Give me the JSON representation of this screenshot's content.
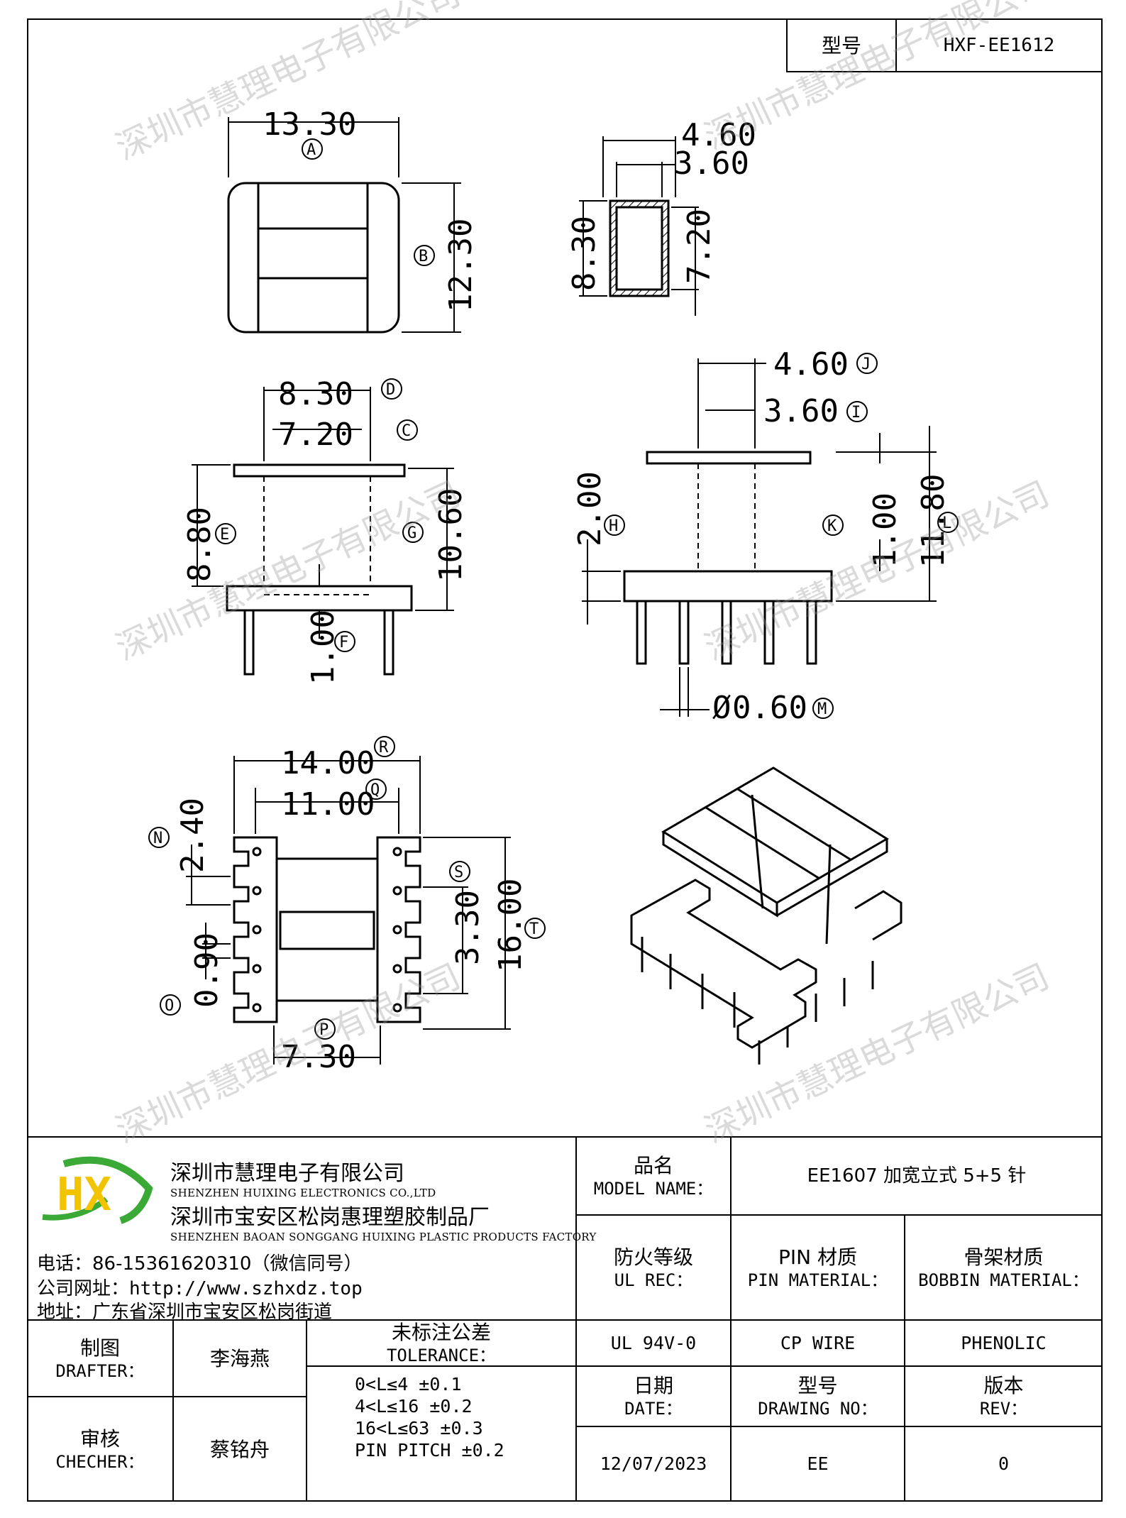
{
  "header": {
    "type_label": "型号",
    "type_value": "HXF-EE1612"
  },
  "dimensions": {
    "top_view": {
      "width": "13.30",
      "width_ref": "A",
      "height": "12.30",
      "height_ref": "B"
    },
    "side_top": {
      "outer": "4.60",
      "inner": "3.60",
      "left": "8.30",
      "right": "7.20"
    },
    "front": {
      "d": "8.30",
      "d_ref": "D",
      "c": "7.20",
      "c_ref": "C",
      "e": "8.80",
      "e_ref": "E",
      "g": "10.60",
      "g_ref": "G",
      "f": "1.00",
      "f_ref": "F"
    },
    "side": {
      "j": "4.60",
      "j_ref": "J",
      "i": "3.60",
      "i_ref": "I",
      "h": "2.00",
      "h_ref": "H",
      "k": "1.00",
      "k_ref": "K",
      "l": "11.80",
      "l_ref": "L",
      "m": "0.60",
      "m_ref": "M",
      "m_prefix": "Ø"
    },
    "bottom": {
      "r": "14.00",
      "r_ref": "R",
      "q": "11.00",
      "q_ref": "Q",
      "n": "2.40",
      "n_ref": "N",
      "s": "3.30",
      "s_ref": "S",
      "t": "16.00",
      "t_ref": "T",
      "o": "0.90",
      "o_ref": "O",
      "p": "7.30",
      "p_ref": "P"
    }
  },
  "company": {
    "name_cn": "深圳市慧理电子有限公司",
    "name_en": "SHENZHEN HUIXING ELECTRONICS CO.,LTD",
    "factory_cn": "深圳市宝安区松岗惠理塑胶制品厂",
    "factory_en": "SHENZHEN BAOAN SONGGANG HUIXING PLASTIC PRODUCTS FACTORY",
    "logo_text": "HX",
    "phone_label": "电话：",
    "phone": "86-15361620310（微信同号）",
    "web_label": "公司网址：",
    "web": "http://www.szhxdz.top",
    "addr_label": "地址：",
    "addr": "广东省深圳市宝安区松岗街道"
  },
  "titleblock": {
    "model_cn": "品名",
    "model_en": "MODEL NAME：",
    "model_value": "EE1607 加宽立式 5+5 针",
    "fire_cn": "防火等级",
    "fire_en": "UL REC：",
    "fire_value": "UL 94V-0",
    "pin_cn": "PIN 材质",
    "pin_en": "PIN MATERIAL：",
    "pin_value": "CP WIRE",
    "bobbin_cn": "骨架材质",
    "bobbin_en": "BOBBIN MATERIAL：",
    "bobbin_value": "PHENOLIC",
    "drafter_cn": "制图",
    "drafter_en": "DRAFTER：",
    "drafter_value": "李海燕",
    "checker_cn": "审核",
    "checker_en": "CHECHER：",
    "checker_value": "蔡铭舟",
    "tol_cn": "未标注公差",
    "tol_en": "TOLERANCE：",
    "tol_lines": [
      "0<L≤4  ±0.1",
      "4<L≤16 ±0.2",
      "16<L≤63 ±0.3",
      "PIN PITCH ±0.2"
    ],
    "date_cn": "日期",
    "date_en": "DATE：",
    "date_value": "12/07/2023",
    "dwg_cn": "型号",
    "dwg_en": "DRAWING NO：",
    "dwg_value": "EE",
    "rev_cn": "版本",
    "rev_en": "REV：",
    "rev_value": "0"
  },
  "colors": {
    "logo_green": "#3aa935",
    "logo_yellow": "#f2c400",
    "watermark": "#969696"
  },
  "watermark": "深圳市慧理电子有限公司"
}
